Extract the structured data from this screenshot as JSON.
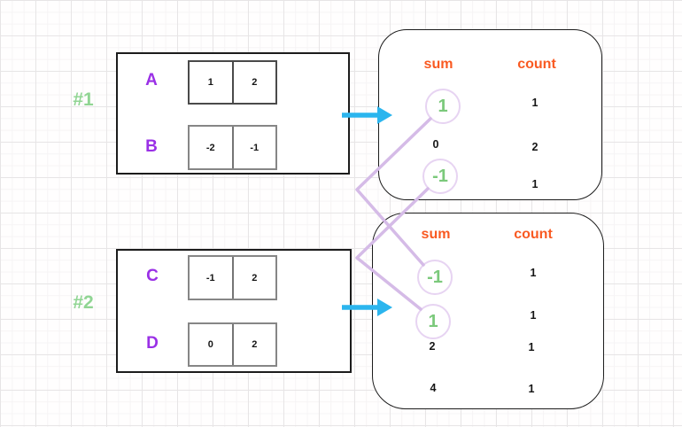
{
  "groups": [
    {
      "label": "#1",
      "arrays": [
        {
          "name": "A",
          "cells": [
            "1",
            "2"
          ]
        },
        {
          "name": "B",
          "cells": [
            "-2",
            "-1"
          ]
        }
      ],
      "result": {
        "headers": {
          "sum": "sum",
          "count": "count"
        },
        "rows": [
          {
            "sum": "1",
            "count": "1",
            "paired": true
          },
          {
            "sum": "0",
            "count": "2",
            "paired": false
          },
          {
            "sum": "-1",
            "count": "1",
            "paired": true
          }
        ]
      }
    },
    {
      "label": "#2",
      "arrays": [
        {
          "name": "C",
          "cells": [
            "-1",
            "2"
          ]
        },
        {
          "name": "D",
          "cells": [
            "0",
            "2"
          ]
        }
      ],
      "result": {
        "headers": {
          "sum": "sum",
          "count": "count"
        },
        "rows": [
          {
            "sum": "-1",
            "count": "1",
            "paired": true
          },
          {
            "sum": "1",
            "count": "1",
            "paired": true
          },
          {
            "sum": "2",
            "count": "1",
            "paired": false
          },
          {
            "sum": "4",
            "count": "1",
            "paired": false
          }
        ]
      }
    }
  ],
  "connections": [
    {
      "from": "run1 sum 1",
      "to": "run2 sum -1"
    },
    {
      "from": "run1 sum -1",
      "to": "run2 sum 1"
    }
  ],
  "icons": {
    "flow_arrow": "cyan-right-arrow"
  },
  "colors": {
    "background": "#fffefe",
    "grid_minor": "#f6f4f5",
    "grid_major": "#e7e5e6",
    "green_label": "#90d593",
    "purple_letter": "#9a30e6",
    "orange_header": "#f95a22",
    "green_value": "#7bc97b",
    "cyan_arrow": "#2bb5ee",
    "lavender_connector": "#d5bbe7",
    "lavender_circle": "#e7d4f2",
    "box_dark_border": "#4a4a4a",
    "box_gray_border": "#868686",
    "ink": "#151515"
  }
}
